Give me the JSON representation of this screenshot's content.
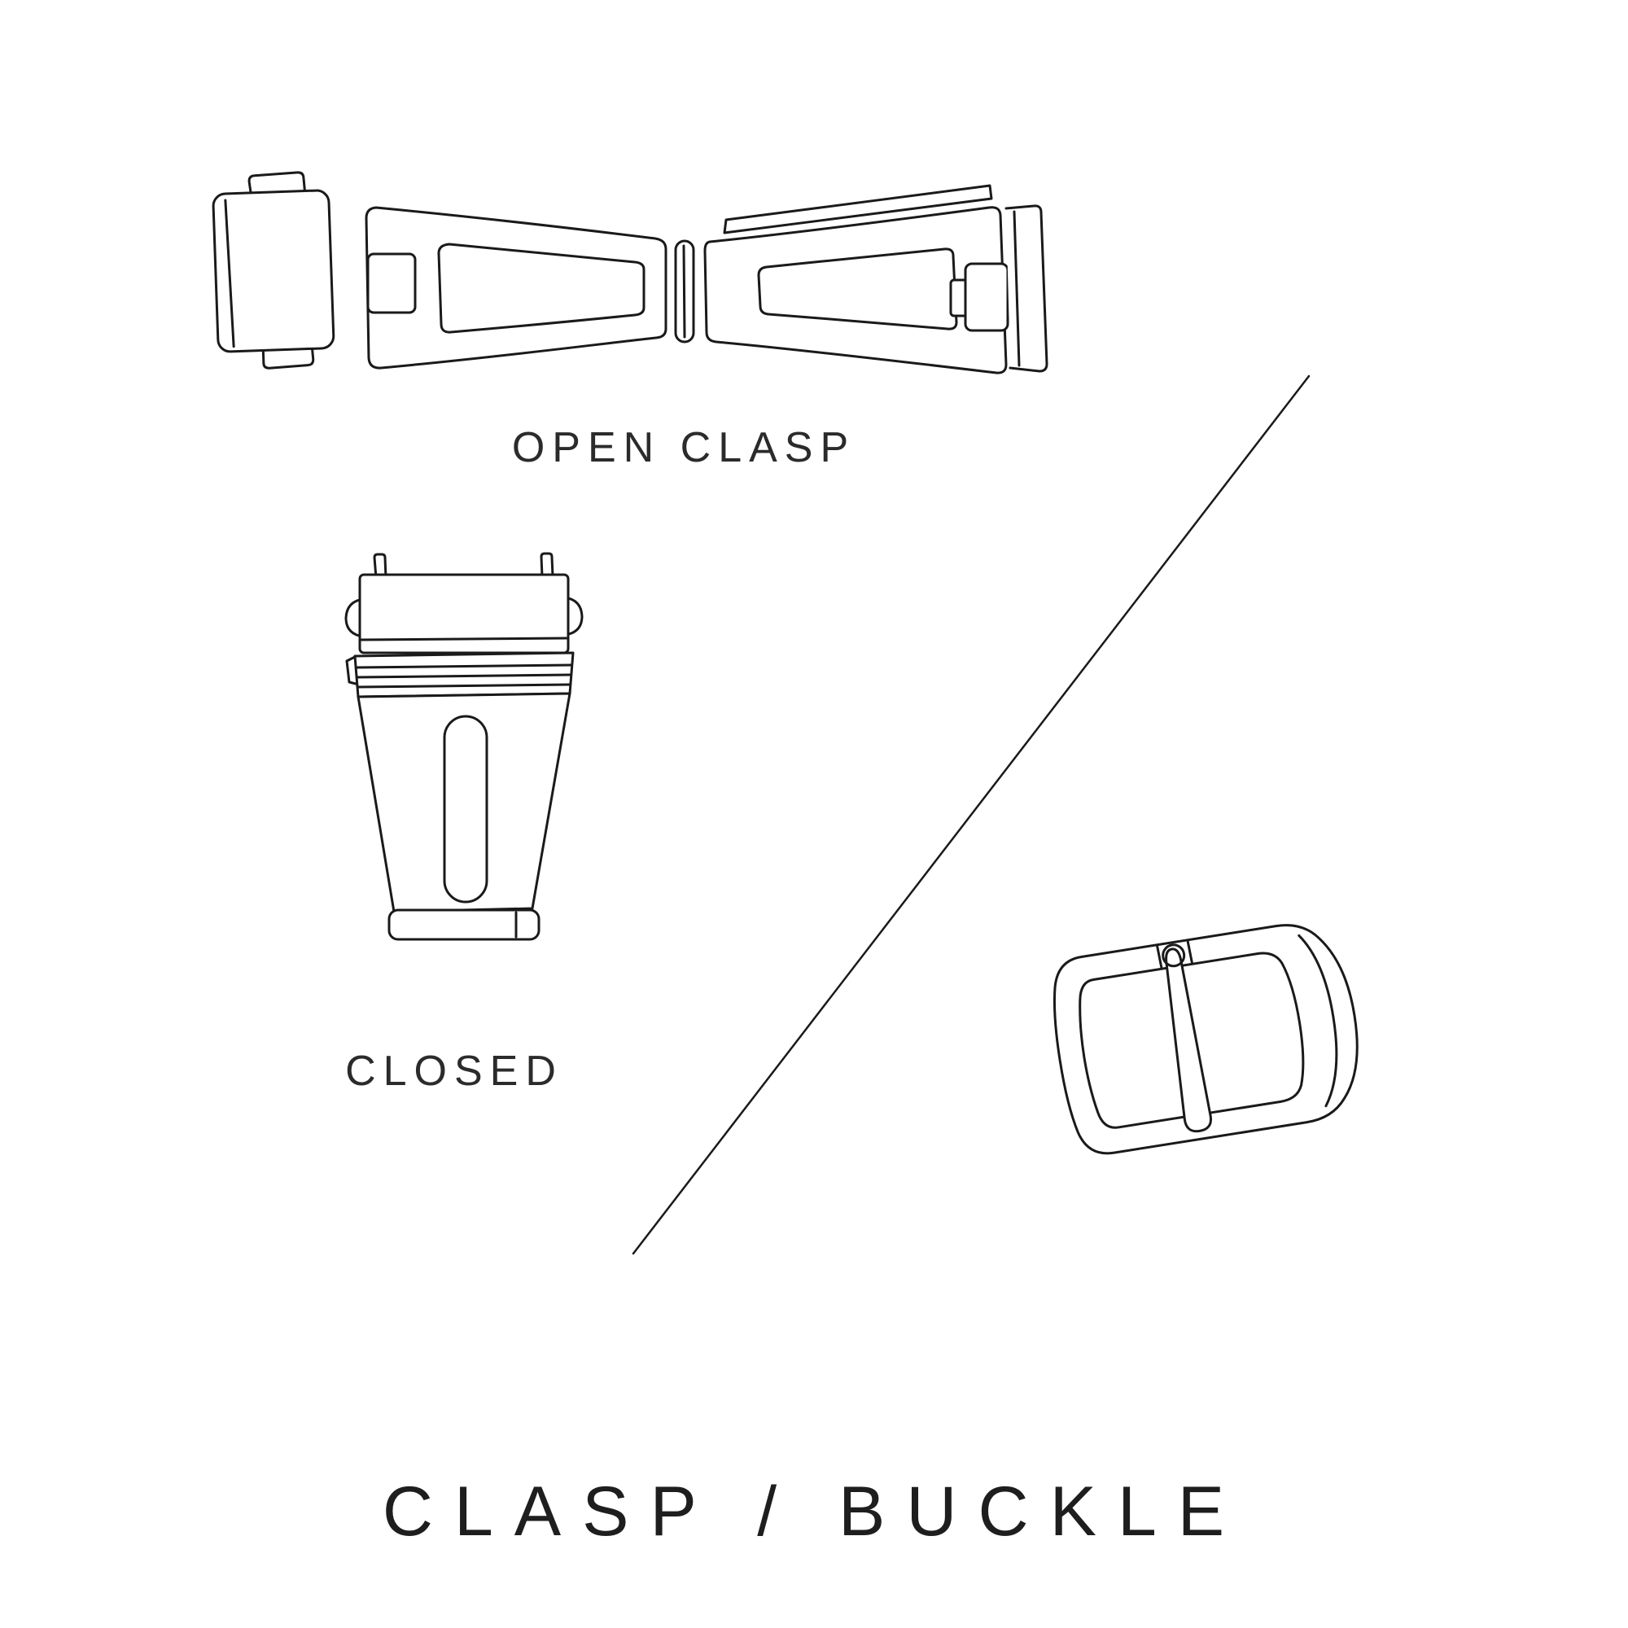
{
  "title": "CLASP / BUCKLE",
  "labels": {
    "open_clasp": "OPEN CLASP",
    "closed": "CLOSED"
  },
  "illustrations": {
    "open_clasp_icon": "open-deployant-clasp-line-drawing",
    "closed_clasp_icon": "closed-clasp-top-view-line-drawing",
    "buckle_icon": "pin-buckle-line-drawing",
    "divider": "diagonal-separator-line"
  },
  "colors": {
    "background": "#ffffff",
    "line": "#1a1a1a",
    "text": "#2b2b2b"
  }
}
